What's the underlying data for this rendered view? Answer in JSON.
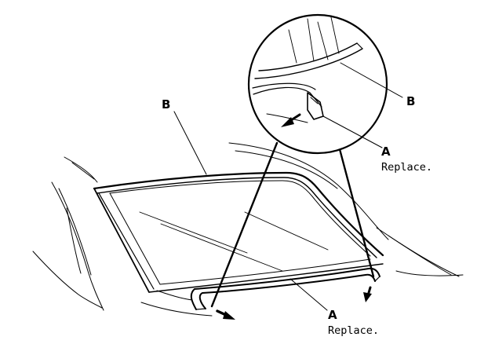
{
  "callouts": {
    "b_top_left": {
      "letter": "B"
    },
    "b_detail": {
      "letter": "B"
    },
    "a_detail": {
      "letter": "A",
      "note": "Replace."
    },
    "a_bottom": {
      "letter": "A",
      "note": "Replace."
    }
  }
}
